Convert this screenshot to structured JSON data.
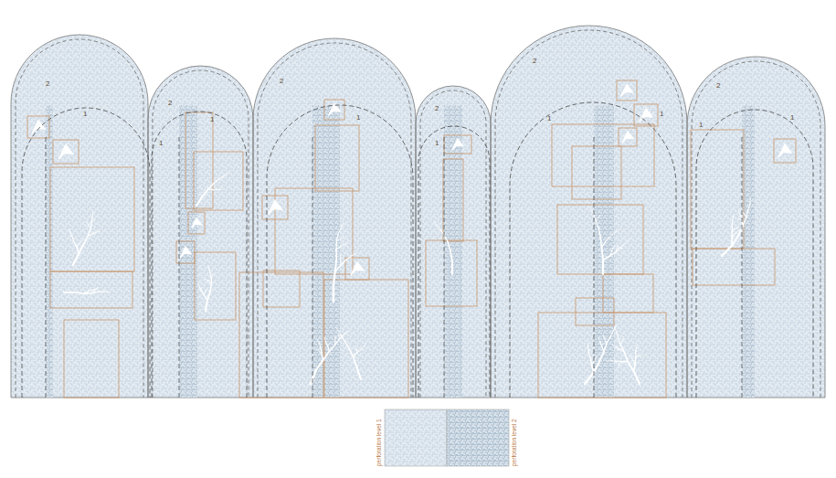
{
  "diagram": {
    "labels": [
      "2",
      "2",
      "2",
      "2",
      "2",
      "2",
      "1",
      "1",
      "1",
      "1",
      "1",
      "1",
      "1",
      "1",
      "1"
    ],
    "legend": [
      {
        "text": "perforation level 1"
      },
      {
        "text": "perforation level 2"
      }
    ]
  }
}
